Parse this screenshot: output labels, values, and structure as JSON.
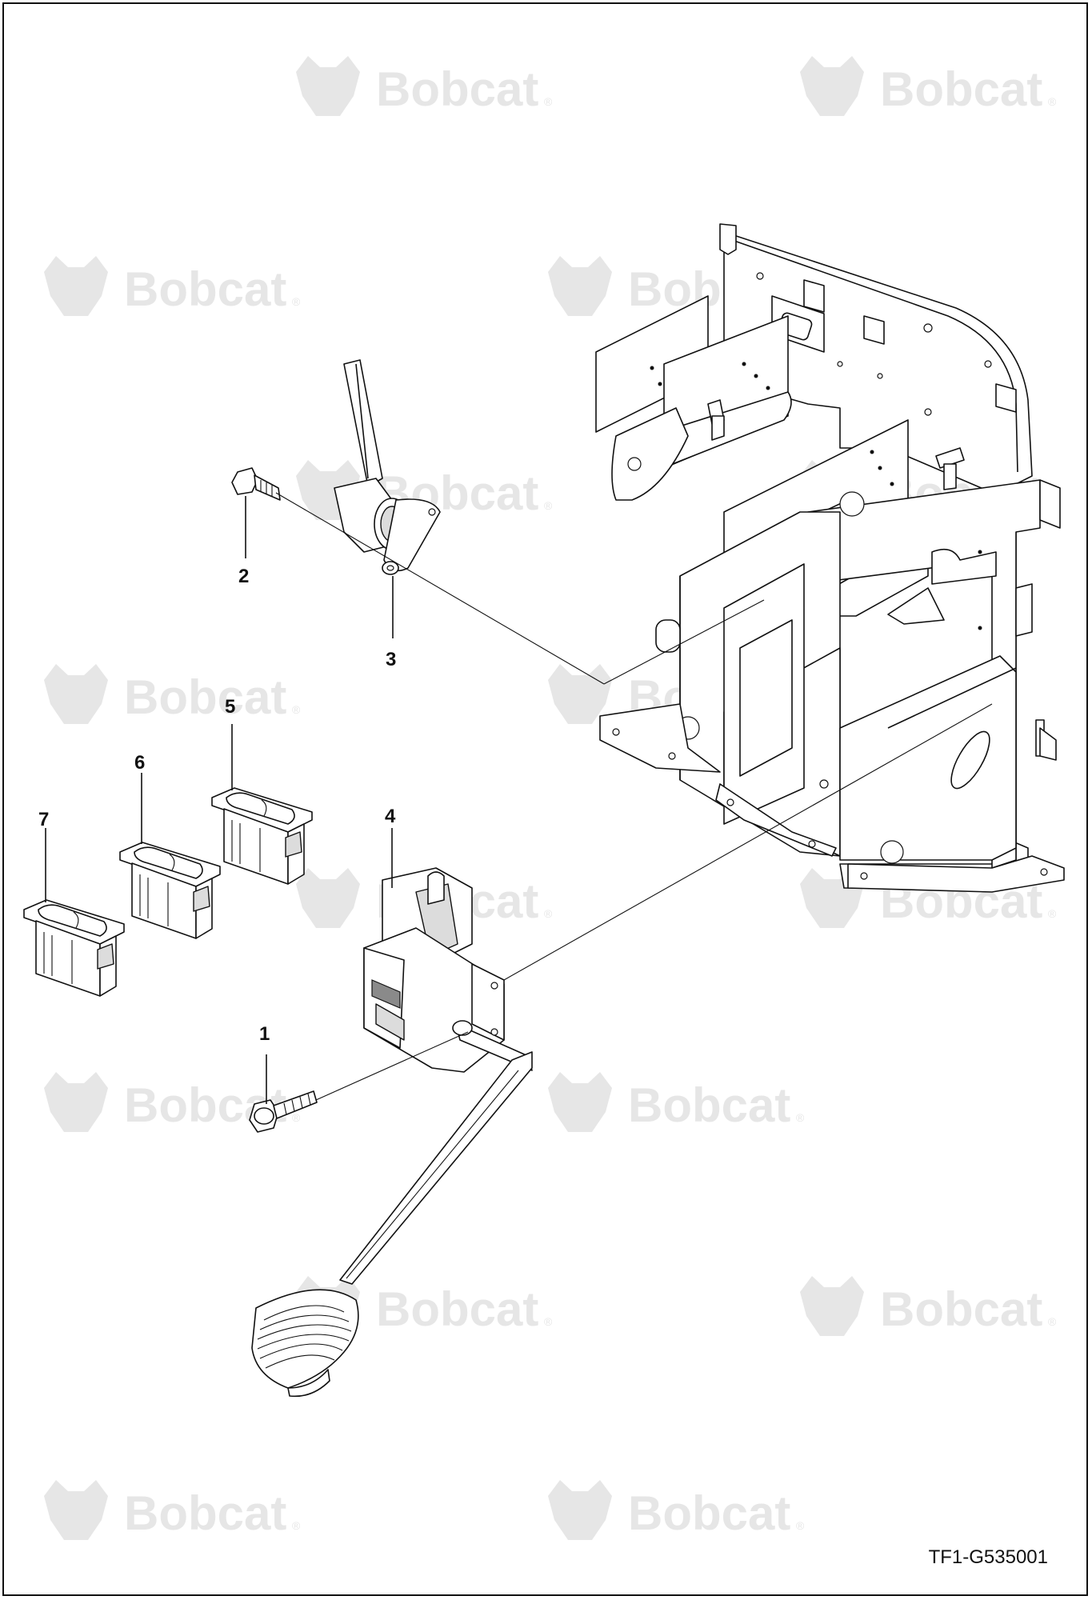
{
  "watermark": {
    "brand": "Bobcat",
    "registered_mark": "®",
    "color": "#e6e6e6"
  },
  "callouts": [
    {
      "number": "1",
      "part": "bolt"
    },
    {
      "number": "2",
      "part": "bolt"
    },
    {
      "number": "3",
      "part": "washer"
    },
    {
      "number": "4",
      "part": "pedal assembly"
    },
    {
      "number": "5",
      "part": "rocker switch"
    },
    {
      "number": "6",
      "part": "rocker switch"
    },
    {
      "number": "7",
      "part": "rocker switch"
    }
  ],
  "reference_code": "TF1-G535001",
  "colors": {
    "line": "#111111",
    "shading": "#dcdcdc",
    "background": "#ffffff"
  }
}
